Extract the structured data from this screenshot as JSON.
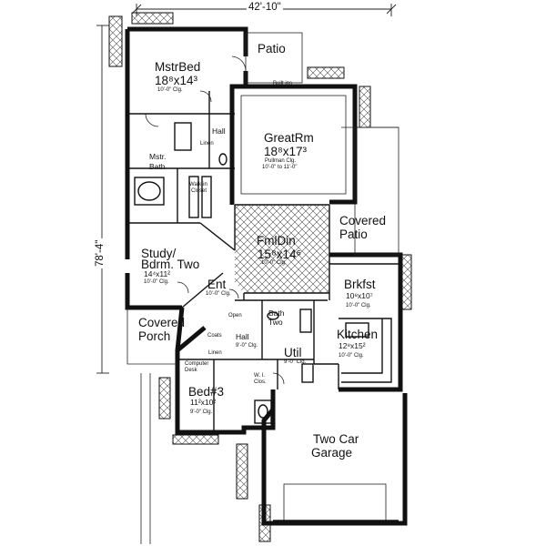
{
  "dimensions": {
    "overall_width": "42'-10\"",
    "overall_depth": "78'-4\""
  },
  "rooms": {
    "master_bed": {
      "name": "MstrBed",
      "size": "18⁸x14³",
      "ceiling": "10'-0\" Clg."
    },
    "patio": {
      "name": "Patio"
    },
    "built_ins": {
      "name": "Built\nins"
    },
    "great_room": {
      "name": "GreatRm",
      "size": "18⁸x17³",
      "ceiling1": "Pullman Clg.",
      "ceiling2": "10'-0\" to 11'-0\""
    },
    "hall_top": {
      "name": "Hall"
    },
    "linen_top": {
      "name": "Linen"
    },
    "master_bath": {
      "name": "Mstr.",
      "name2": "Bath"
    },
    "walkin_closet": {
      "name": "Walk-in",
      "name2": "Closet"
    },
    "covered_patio": {
      "name": "Covered",
      "name2": "Patio"
    },
    "family_dining": {
      "name": "FmlDin",
      "size": "15⁸x14⁶",
      "ceiling": "10'-0\" Clg."
    },
    "study": {
      "name": "Study/",
      "name2": "Bdrm. Two",
      "size": "14⁴x11²",
      "ceiling": "10'-0\" Clg."
    },
    "breakfast": {
      "name": "Brkfst",
      "size": "10⁸x10⁷",
      "ceiling": "10'-0\" Clg."
    },
    "entry": {
      "name": "Ent",
      "ceiling": "10'-0\" Clg."
    },
    "bath_two": {
      "name": "Bath",
      "name2": "Two"
    },
    "open": {
      "name": "Open"
    },
    "kitchen": {
      "name": "Kitchen",
      "size": "12⁸x15²",
      "ceiling": "10'-0\" Clg."
    },
    "covered_porch": {
      "name": "Covered",
      "name2": "Porch"
    },
    "coats": {
      "name": "Coats"
    },
    "hall_mid": {
      "name": "Hall",
      "ceiling": "9'-0\" Clg."
    },
    "linen_mid": {
      "name": "Linen"
    },
    "utility": {
      "name": "Util",
      "ceiling": "9'-0\" Clg."
    },
    "computer_desk": {
      "name": "Computer",
      "name2": "Desk"
    },
    "wi_closet": {
      "name": "W. I.",
      "name2": "Clos."
    },
    "bed3": {
      "name": "Bed#3",
      "size": "11²x10²",
      "ceiling": "9'-0\" Clg."
    },
    "garage": {
      "name": "Two Car",
      "name2": "Garage"
    }
  }
}
